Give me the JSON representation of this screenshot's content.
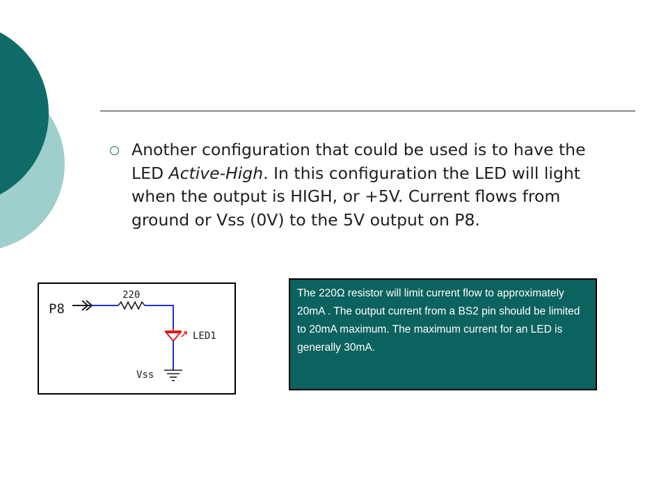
{
  "colors": {
    "dark_teal": "#0e6b67",
    "light_teal": "#9fcfcc",
    "note_bg": "#0c625f",
    "wire_blue": "#1f2fd6",
    "led_red": "#e01818"
  },
  "bullet": {
    "icon": "hollow-circle-bullet-icon",
    "text_before": "Another configuration that could be used is to have the LED ",
    "text_emphasis": "Active-High",
    "text_after": ".  In this configuration the LED will light when the output is HIGH, or +5V.  Current flows from ground or Vss (0V) to the 5V output on P8."
  },
  "circuit": {
    "pin_label": "P8",
    "resistor_label": "220",
    "led_label": "LED1",
    "ground_label": "Vss"
  },
  "note": {
    "text": "The 220Ω resistor will limit current flow to approximately 20mA .  The output current from a BS2 pin should be limited to 20mA maximum.  The maximum current for an LED is generally 30mA."
  }
}
